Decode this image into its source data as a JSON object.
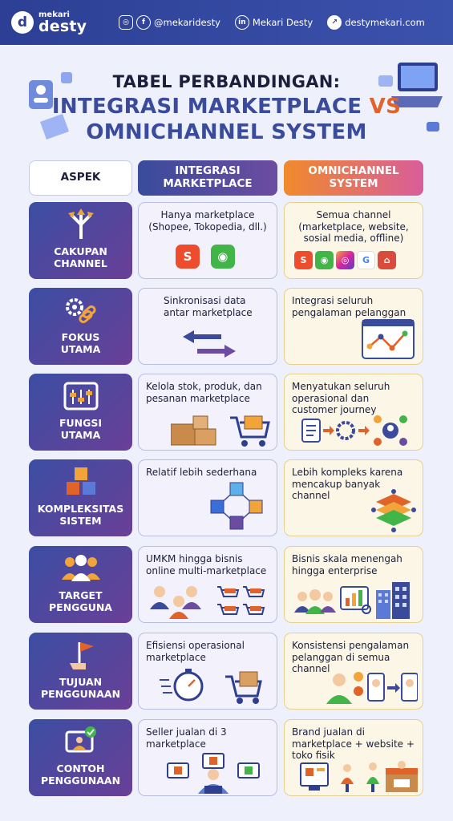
{
  "header": {
    "brand_small": "mekari",
    "brand_big": "desty",
    "instagram_handle": "@mekaridesty",
    "linkedin_name": "Mekari Desty",
    "website": "destymekari.com"
  },
  "title": {
    "line1": "TABEL PERBANDINGAN:",
    "line2_a": "INTEGRASI MARKETPLACE ",
    "line2_b": "VS",
    "line3": "OMNICHANNEL SYSTEM"
  },
  "columns": {
    "aspect": "ASPEK",
    "marketplace_1": "INTEGRASI",
    "marketplace_2": "MARKETPLACE",
    "omni_1": "OMNICHANNEL",
    "omni_2": "SYSTEM"
  },
  "rows": [
    {
      "aspect_1": "CAKUPAN",
      "aspect_2": "CHANNEL",
      "marketplace": "Hanya marketplace (Shopee, Tokopedia, dll.)",
      "omni": "Semua channel (marketplace, website, sosial media, offline)"
    },
    {
      "aspect_1": "FOKUS",
      "aspect_2": "UTAMA",
      "marketplace": "Sinkronisasi data antar marketplace",
      "omni": "Integrasi seluruh pengalaman pelanggan"
    },
    {
      "aspect_1": "FUNGSI",
      "aspect_2": "UTAMA",
      "marketplace": "Kelola stok, produk, dan pesanan marketplace",
      "omni": "Menyatukan seluruh operasional dan customer journey"
    },
    {
      "aspect_1": "KOMPLEKSITAS",
      "aspect_2": "SISTEM",
      "marketplace": "Relatif lebih sederhana",
      "omni": "Lebih kompleks karena mencakup banyak channel"
    },
    {
      "aspect_1": "TARGET",
      "aspect_2": "PENGGUNA",
      "marketplace": "UMKM hingga bisnis online multi-marketplace",
      "omni": "Bisnis skala menengah hingga enterprise"
    },
    {
      "aspect_1": "TUJUAN",
      "aspect_2": "PENGGUNAAN",
      "marketplace": "Efisiensi operasional marketplace",
      "omni": "Konsistensi pengalaman pelanggan di semua channel"
    },
    {
      "aspect_1": "CONTOH",
      "aspect_2": "PENGGUNAAN",
      "marketplace": "Seller jualan di 3 marketplace",
      "omni": "Brand jualan di marketplace + website + toko fisik"
    }
  ],
  "icons": {
    "instagram": "instagram-icon",
    "facebook": "facebook-icon",
    "linkedin": "linkedin-icon",
    "web": "arrow-link-icon",
    "shopee": "shopee-bag-icon",
    "tokopedia": "tokopedia-owl-icon",
    "google": "google-icon",
    "store": "store-icon"
  },
  "colors": {
    "header_bg": "#2c3f94",
    "accent_orange": "#e0632a",
    "title_blue": "#3a4b9c",
    "aspect_gradient_start": "#3b4ea3",
    "aspect_gradient_end": "#6a3f97",
    "shopee": "#ee4d2d",
    "tokopedia": "#42b549"
  }
}
